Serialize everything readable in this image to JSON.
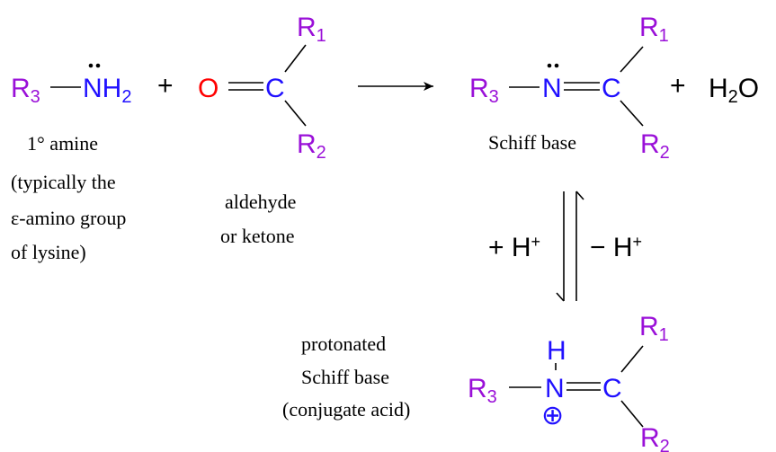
{
  "colors": {
    "r_group": "#9a10d8",
    "carbon_nitrogen": "#2010ff",
    "oxygen": "#ff0000",
    "text": "#000000"
  },
  "reactants": {
    "amine": {
      "r": "R",
      "r_sub": "3",
      "n": "N",
      "h": "H",
      "h_sub": "2"
    },
    "plus": "+",
    "carbonyl": {
      "o": "O",
      "c": "C",
      "r1": "R",
      "r1_sub": "1",
      "r2": "R",
      "r2_sub": "2"
    }
  },
  "products": {
    "schiff": {
      "r": "R",
      "r_sub": "3",
      "n": "N",
      "c": "C",
      "r1": "R",
      "r1_sub": "1",
      "r2": "R",
      "r2_sub": "2"
    },
    "plus": "+",
    "water": {
      "h": "H",
      "h_sub": "2",
      "o": "O"
    }
  },
  "protonated": {
    "h": "H",
    "r": "R",
    "r_sub": "3",
    "n": "N",
    "charge": "⊕",
    "c": "C",
    "r1": "R",
    "r1_sub": "1",
    "r2": "R",
    "r2_sub": "2"
  },
  "equilibrium": {
    "left": {
      "text": "+ H",
      "sup": "+"
    },
    "right": {
      "text": "− H",
      "sup": "+"
    }
  },
  "labels": {
    "amine": [
      "1° amine",
      "(typically the",
      "ε-amino group",
      "of lysine)"
    ],
    "carbonyl": [
      "aldehyde",
      "or ketone"
    ],
    "schiff": [
      "Schiff base"
    ],
    "protonated": [
      "protonated",
      "Schiff base",
      "(conjugate acid)"
    ]
  }
}
